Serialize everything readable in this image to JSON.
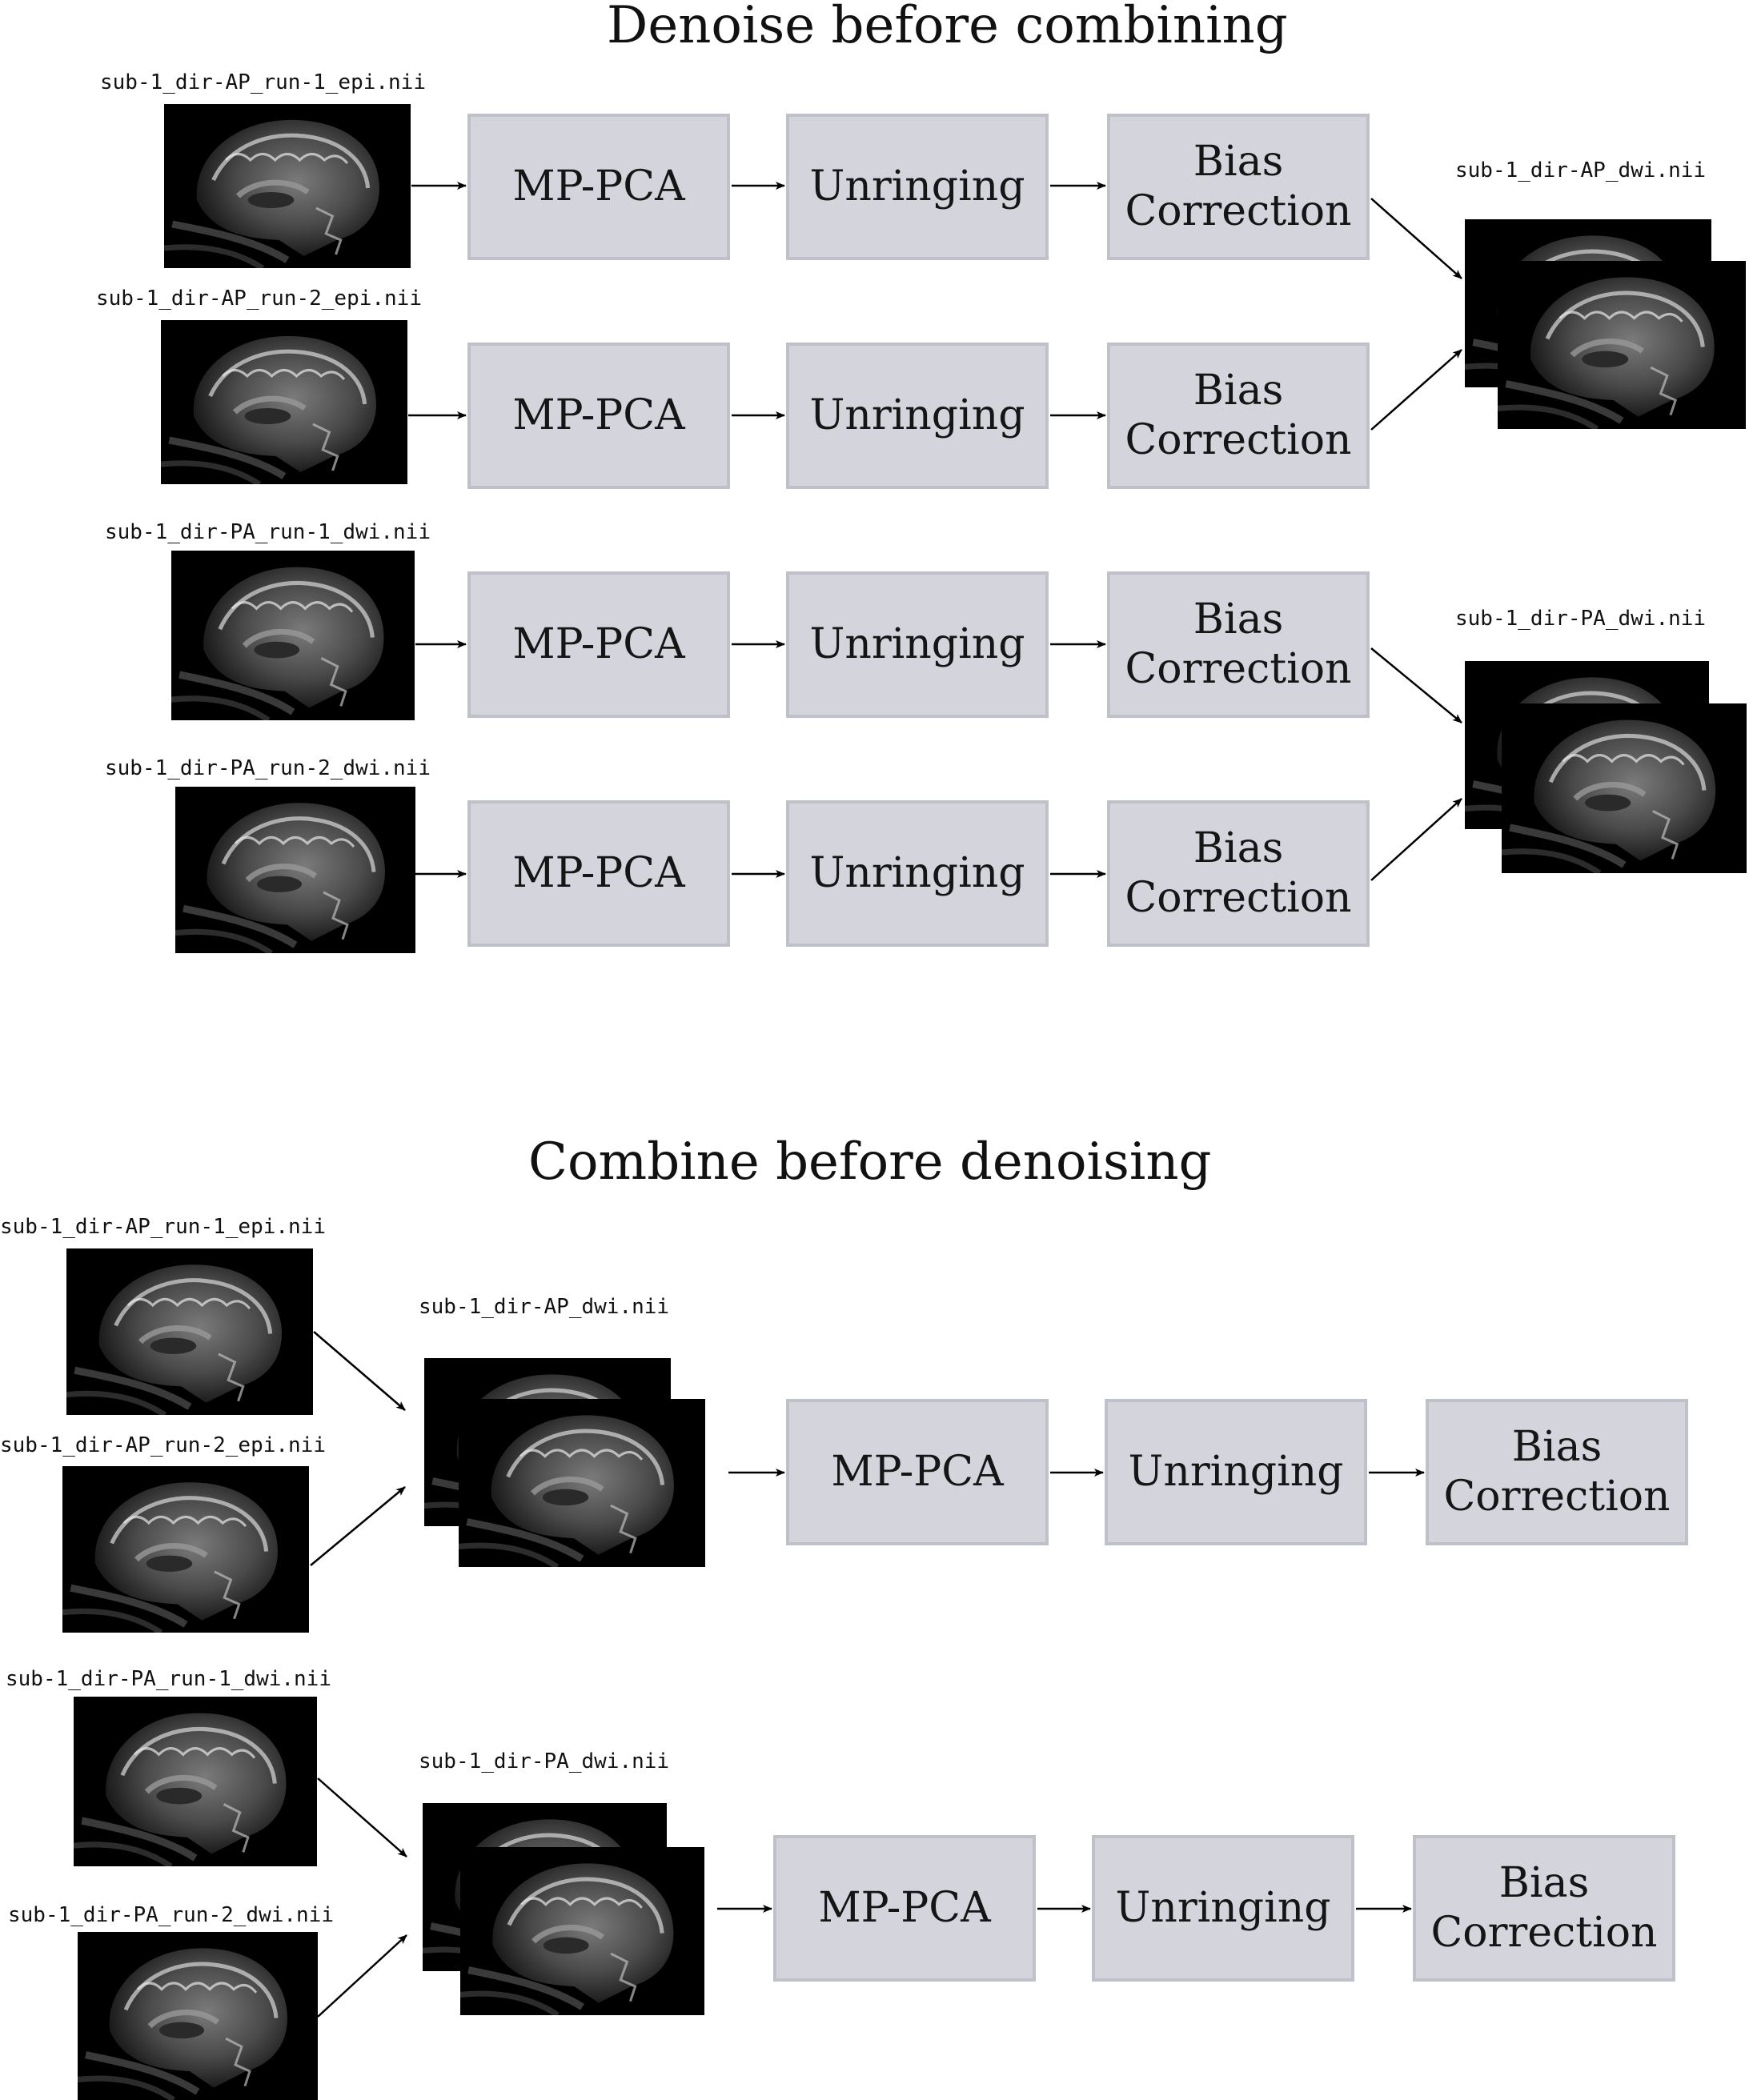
{
  "top_panel": {
    "title": "Denoise before combining",
    "rows": [
      {
        "input_file": "sub-1_dir-AP_run-1_epi.nii"
      },
      {
        "input_file": "sub-1_dir-AP_run-2_epi.nii"
      },
      {
        "input_file": "sub-1_dir-PA_run-1_dwi.nii"
      },
      {
        "input_file": "sub-1_dir-PA_run-2_dwi.nii"
      }
    ],
    "outputs": [
      {
        "file": "sub-1_dir-AP_dwi.nii"
      },
      {
        "file": "sub-1_dir-PA_dwi.nii"
      }
    ]
  },
  "bottom_panel": {
    "title": "Combine before denoising",
    "groups": [
      {
        "input_files": [
          "sub-1_dir-AP_run-1_epi.nii",
          "sub-1_dir-AP_run-2_epi.nii"
        ],
        "combined_file": "sub-1_dir-AP_dwi.nii"
      },
      {
        "input_files": [
          "sub-1_dir-PA_run-1_dwi.nii",
          "sub-1_dir-PA_run-2_dwi.nii"
        ],
        "combined_file": "sub-1_dir-PA_dwi.nii"
      }
    ]
  },
  "steps": {
    "mppca": "MP-PCA",
    "unringing": "Unringing",
    "bias_line1": "Bias",
    "bias_line2": "Correction"
  },
  "colors": {
    "box_fill": "#d4d5dc",
    "box_border": "#bfc0c8",
    "arrow": "#000000",
    "scan_background": "#000000"
  }
}
